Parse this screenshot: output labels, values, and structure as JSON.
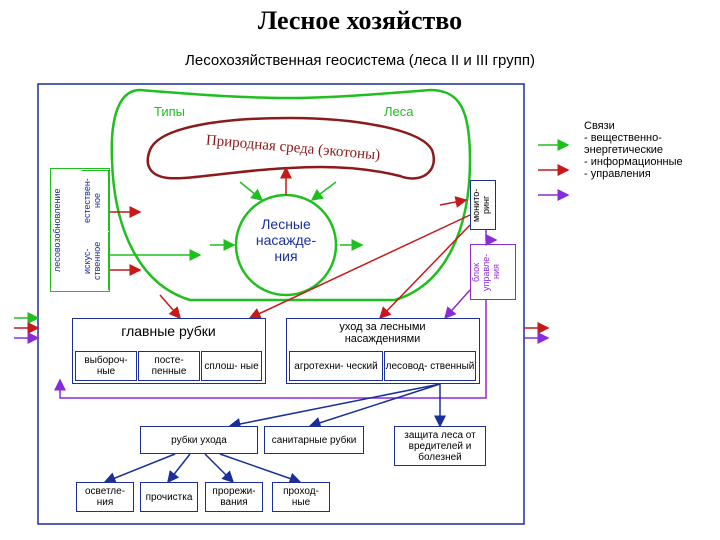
{
  "title": "Лесное хозяйство",
  "subtitle": "Лесохозяйственная геосистема (леса II и III групп)",
  "types_label": "Типы",
  "forests_label": "Леса",
  "environment": "Природная среда (экотоны)",
  "stands": "Лесные\nнасажде-\nния",
  "forest_renewal": "лесовозобновление",
  "natural": "естествен-\nное",
  "artificial": "искус-\nственное",
  "monitoring": "монито-\nринг",
  "control_block": "блок\nуправле-\nния",
  "main_cuttings": {
    "title": "главные рубки",
    "items": [
      "выбороч-\nные",
      "посте-\nпенные",
      "сплош-\nные"
    ]
  },
  "care": {
    "title": "уход за лесными\nнасаждениями",
    "items": [
      "агротехни-\nческий",
      "лесовод-\nственный"
    ]
  },
  "care_cuttings": "рубки ухода",
  "sanitary": "санитарные рубки",
  "protection": "защита леса от\nвредителей и\nболезней",
  "care_types": [
    "осветле-\nния",
    "прочистка",
    "прорежи-\nвания",
    "проход-\nные"
  ],
  "legend": {
    "heading": "Связи",
    "items": [
      {
        "text": "- вещественно-\n  энергетические",
        "color": "#1fbf1f"
      },
      {
        "text": "- информационные",
        "color": "#c41a1a"
      },
      {
        "text": "- управления",
        "color": "#8a2bd8"
      }
    ]
  },
  "colors": {
    "green": "#1fbf1f",
    "red": "#c41a1a",
    "purple": "#8a2bd8",
    "blue": "#1a2f9a",
    "dark_red": "#8b1a1a"
  }
}
